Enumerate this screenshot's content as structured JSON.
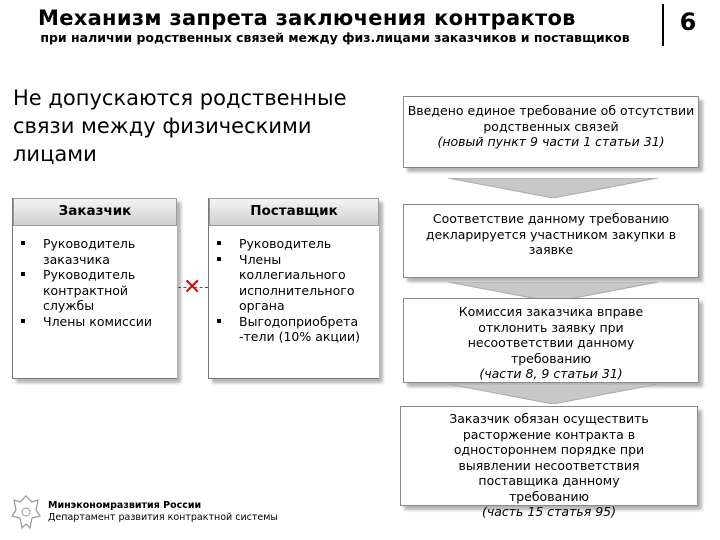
{
  "header": {
    "title": "Механизм запрета заключения контрактов",
    "subtitle": "при наличии родственных связей между физ.лицами заказчиков и поставщиков",
    "slide_number": "6"
  },
  "lead": "Не допускаются родственные связи между физическими лицами",
  "customer": {
    "heading": "Заказчик",
    "items": [
      "Руководитель заказчика",
      "Руководитель контрактной службы",
      "Члены комиссии"
    ]
  },
  "supplier": {
    "heading": "Поставщик",
    "items": [
      "Руководитель",
      "Члены коллегиального исполнительного органа",
      "Выгодоприобрета -тели (10% акции)"
    ]
  },
  "steps": [
    {
      "text": "Введено единое требование об отсутствии родственных связей",
      "ref": "(новый пункт 9 части 1 статьи 31)"
    },
    {
      "text": "Соответствие данному требованию декларируется участником закупки в заявке",
      "ref": ""
    },
    {
      "text": "Комиссия заказчика вправе отклонить заявку при несоответствии данному требованию",
      "ref": "(части 8, 9 статьи 31)"
    },
    {
      "text": "Заказчик обязан осуществить расторжение контракта в одностороннем порядке при выявлении несоответствия поставщика данному требованию",
      "ref": "(часть 15 статья 95)"
    }
  ],
  "footer": {
    "org": "Минэкономразвития России",
    "department": "Департамент развития контрактной системы"
  },
  "colors": {
    "cross": "#cc1111",
    "chevron": "#c8c8c8"
  }
}
